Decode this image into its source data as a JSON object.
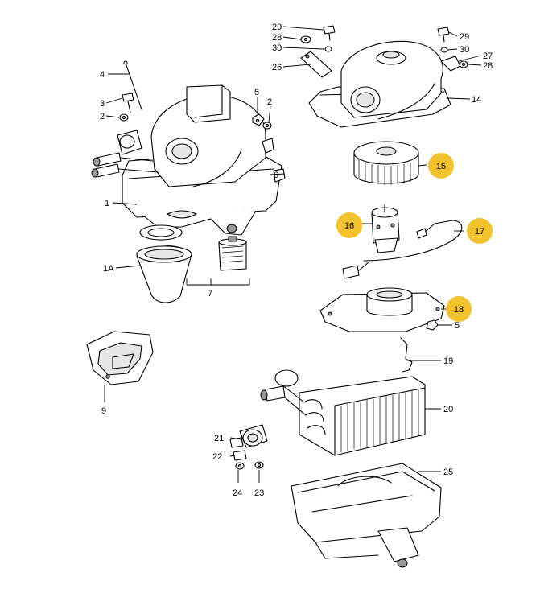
{
  "highlight_color": "#f2c12e",
  "callouts": [
    {
      "id": "29a",
      "text": "29",
      "highlighted": false
    },
    {
      "id": "28a",
      "text": "28",
      "highlighted": false
    },
    {
      "id": "30a",
      "text": "30",
      "highlighted": false
    },
    {
      "id": "26",
      "text": "26",
      "highlighted": false
    },
    {
      "id": "29b",
      "text": "29",
      "highlighted": false
    },
    {
      "id": "30b",
      "text": "30",
      "highlighted": false
    },
    {
      "id": "27",
      "text": "27",
      "highlighted": false
    },
    {
      "id": "28b",
      "text": "28",
      "highlighted": false
    },
    {
      "id": "14",
      "text": "14",
      "highlighted": false
    },
    {
      "id": "4",
      "text": "4",
      "highlighted": false
    },
    {
      "id": "3",
      "text": "3",
      "highlighted": false
    },
    {
      "id": "5a",
      "text": "5",
      "highlighted": false
    },
    {
      "id": "2a",
      "text": "2",
      "highlighted": false
    },
    {
      "id": "2b",
      "text": "2",
      "highlighted": false
    },
    {
      "id": "6",
      "text": "6",
      "highlighted": false
    },
    {
      "id": "1",
      "text": "1",
      "highlighted": false
    },
    {
      "id": "1A",
      "text": "1A",
      "highlighted": false
    },
    {
      "id": "7",
      "text": "7",
      "highlighted": false
    },
    {
      "id": "15",
      "text": "15",
      "highlighted": true
    },
    {
      "id": "16",
      "text": "16",
      "highlighted": true
    },
    {
      "id": "17",
      "text": "17",
      "highlighted": true
    },
    {
      "id": "18",
      "text": "18",
      "highlighted": true
    },
    {
      "id": "5b",
      "text": "5",
      "highlighted": false
    },
    {
      "id": "19",
      "text": "19",
      "highlighted": false
    },
    {
      "id": "9",
      "text": "9",
      "highlighted": false
    },
    {
      "id": "20",
      "text": "20",
      "highlighted": false
    },
    {
      "id": "21",
      "text": "21",
      "highlighted": false
    },
    {
      "id": "22",
      "text": "22",
      "highlighted": false
    },
    {
      "id": "24",
      "text": "24",
      "highlighted": false
    },
    {
      "id": "23",
      "text": "23",
      "highlighted": false
    },
    {
      "id": "25",
      "text": "25",
      "highlighted": false
    }
  ]
}
